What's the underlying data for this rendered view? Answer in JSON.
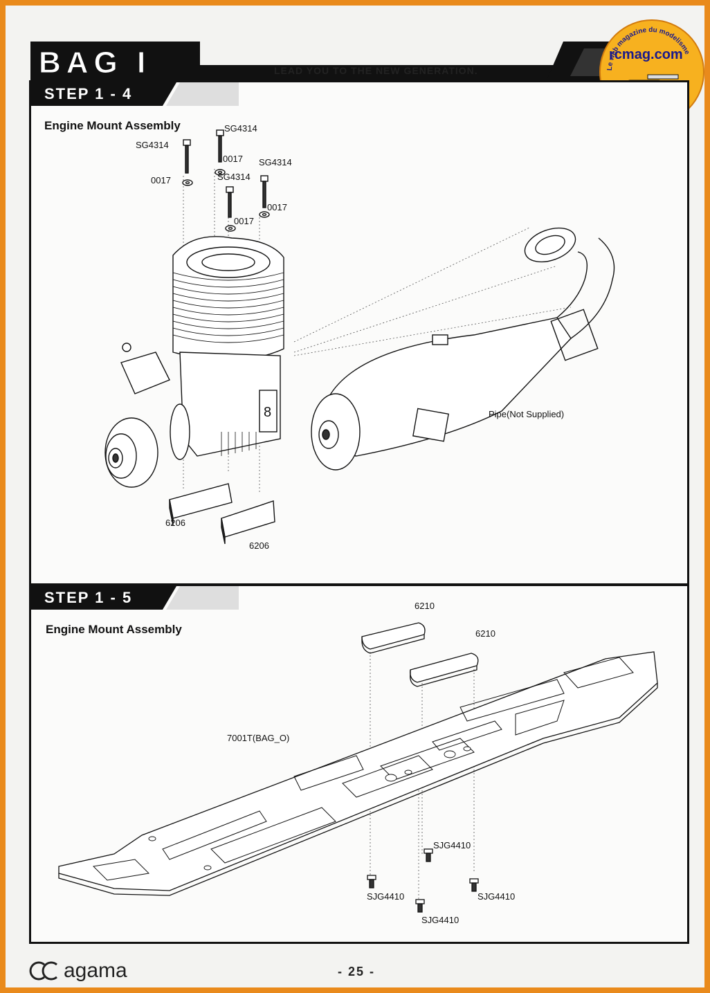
{
  "header": {
    "bag_title": "BAG I",
    "tagline": "LEAD YOU TO THE NEW GENERATION."
  },
  "watermark": {
    "site": "rcmag.com",
    "arc_text": "Le web magazine du modelisme"
  },
  "step1": {
    "banner": "STEP 1 - 4",
    "title": "Engine Mount Assembly",
    "labels": {
      "sg4314_a": "SG4314",
      "sg4314_b": "SG4314",
      "sg4314_c": "SG4314",
      "sg4314_d": "SG4314",
      "w0017_a": "0017",
      "w0017_b": "0017",
      "w0017_c": "0017",
      "w0017_d": "0017",
      "mount_a": "6206",
      "mount_b": "6206",
      "pipe": "Pipe(Not Supplied)"
    }
  },
  "step2": {
    "banner": "STEP 1 - 5",
    "title": "Engine Mount Assembly",
    "labels": {
      "plate_a": "6210",
      "plate_b": "6210",
      "chassis": "7001T(BAG_O)",
      "screw_a": "SJG4410",
      "screw_b": "SJG4410",
      "screw_c": "SJG4410",
      "screw_d": "SJG4410"
    }
  },
  "footer": {
    "brand": "agama",
    "page_number": "- 25 -"
  },
  "colors": {
    "border": "#e98a1c",
    "ink": "#111111",
    "paper": "#f3f3f1",
    "logo": "#f7b11f"
  }
}
